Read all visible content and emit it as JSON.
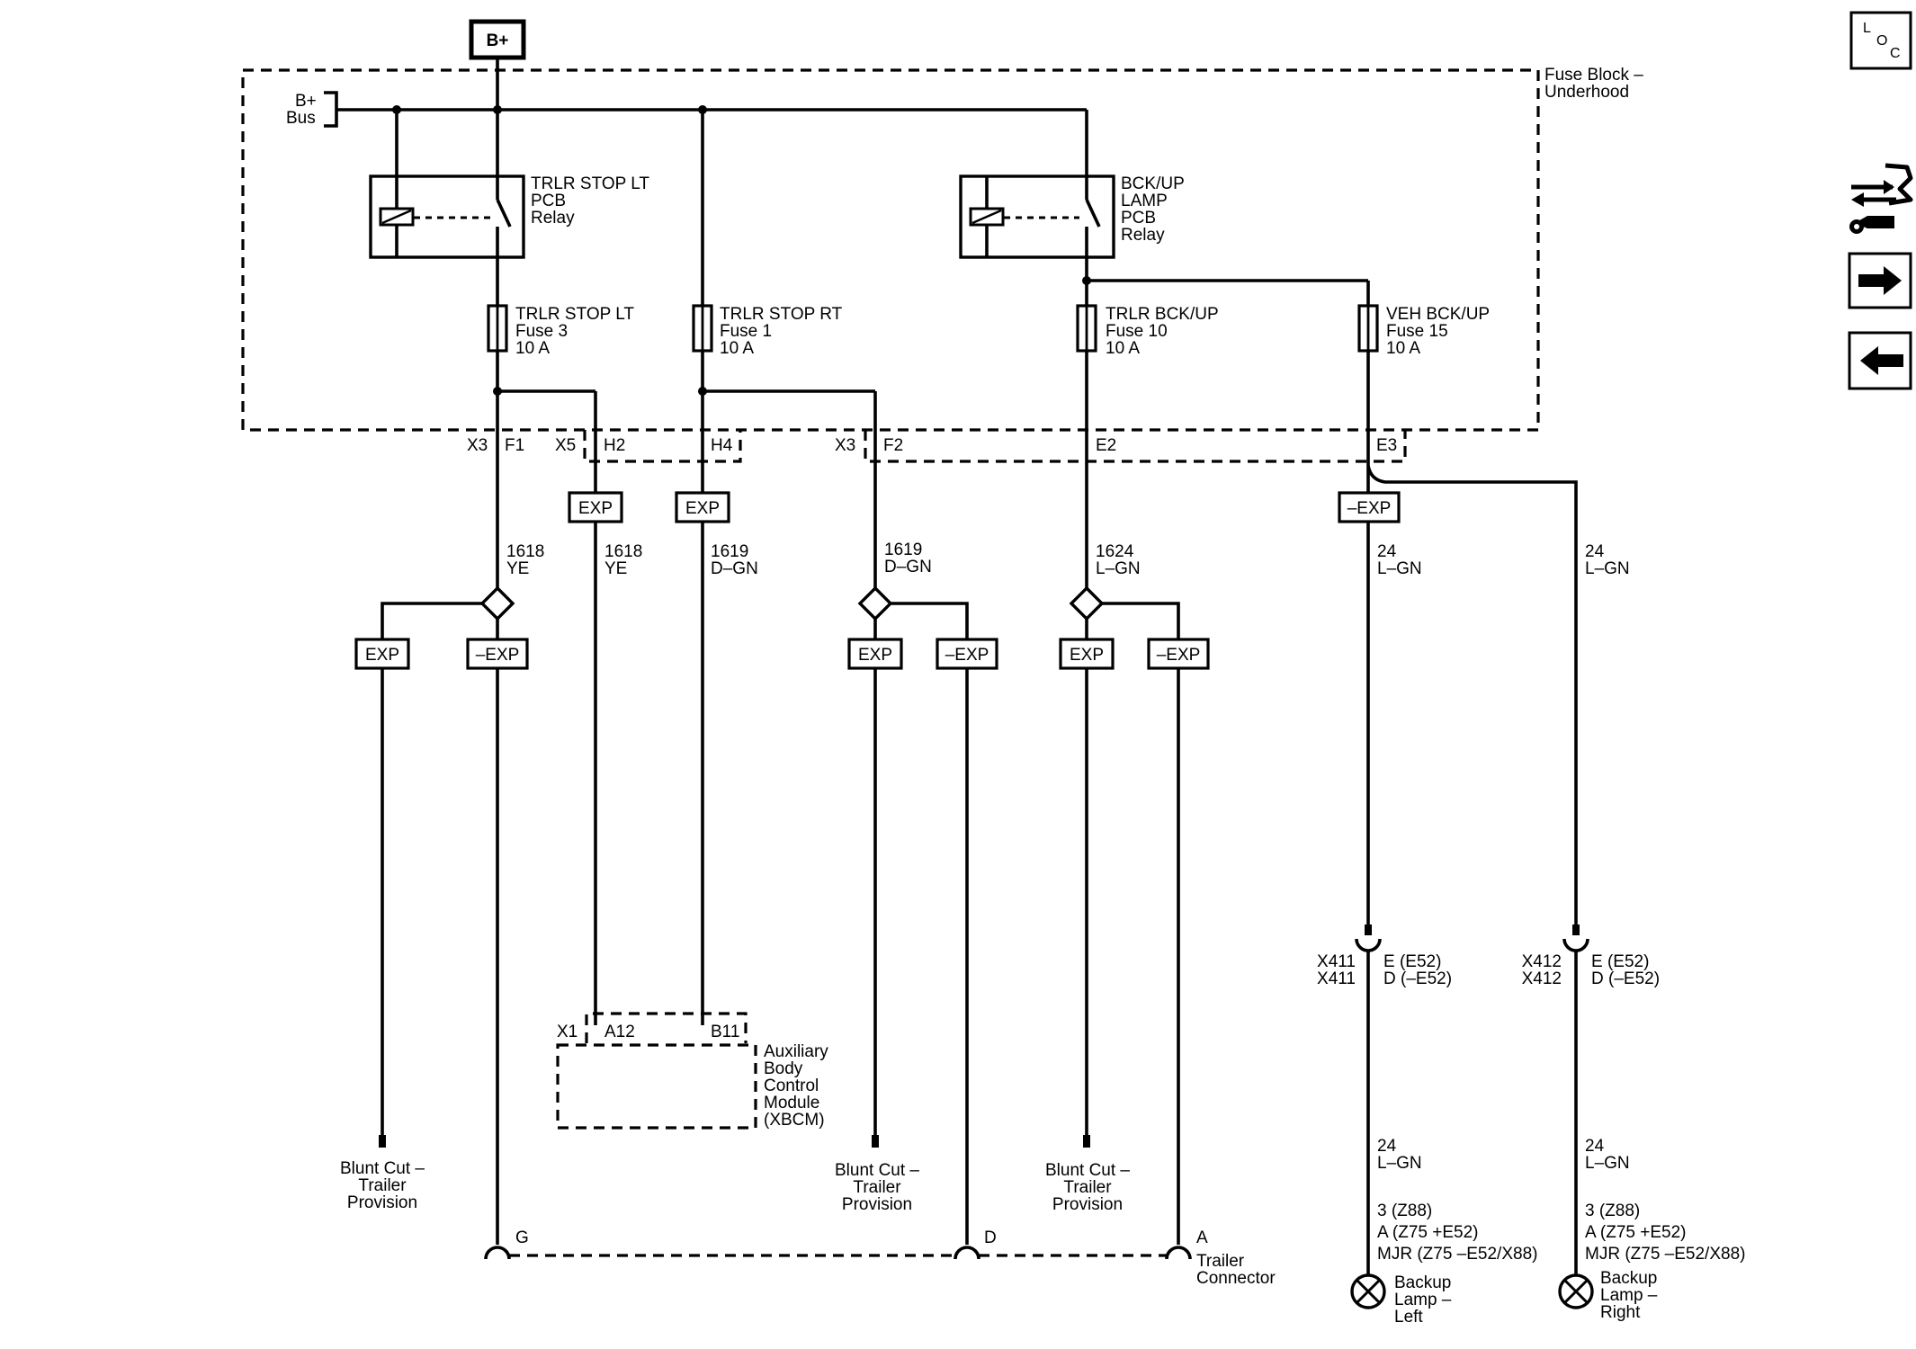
{
  "power": {
    "label": "B+"
  },
  "fuse_block": {
    "title": "Fuse Block –",
    "subtitle": "Underhood",
    "bus_label_1": "B+",
    "bus_label_2": "Bus"
  },
  "relays": {
    "stop": {
      "l1": "TRLR STOP LT",
      "l2": "PCB",
      "l3": "Relay"
    },
    "backup": {
      "l1": "BCK/UP",
      "l2": "LAMP",
      "l3": "PCB",
      "l4": "Relay"
    }
  },
  "fuses": [
    {
      "name": "TRLR STOP LT",
      "num": "Fuse 3",
      "amp": "10 A"
    },
    {
      "name": "TRLR STOP RT",
      "num": "Fuse 1",
      "amp": "10 A"
    },
    {
      "name": "TRLR BCK/UP",
      "num": "Fuse 10",
      "amp": "10 A"
    },
    {
      "name": "VEH BCK/UP",
      "num": "Fuse 15",
      "amp": "10 A"
    }
  ],
  "connectors": {
    "x3": "X3",
    "f1": "F1",
    "x5": "X5",
    "h2": "H2",
    "h4": "H4",
    "x3b": "X3",
    "f2": "F2",
    "e2": "E2",
    "e3": "E3"
  },
  "exp": {
    "exp": "EXP",
    "nexp": "–EXP"
  },
  "wires": {
    "w1618": "1618",
    "ye": "YE",
    "w1619": "1619",
    "dgn": "D–GN",
    "w1624": "1624",
    "lgn": "L–GN",
    "w24": "24"
  },
  "xbcm": {
    "x1": "X1",
    "a12": "A12",
    "b11": "B11",
    "l1": "Auxiliary",
    "l2": "Body",
    "l3": "Control",
    "l4": "Module",
    "l5": "(XBCM)"
  },
  "blunt": {
    "l1": "Blunt Cut –",
    "l2": "Trailer",
    "l3": "Provision"
  },
  "trailer_connector": {
    "g": "G",
    "d": "D",
    "a": "A",
    "l1": "Trailer",
    "l2": "Connector"
  },
  "inline_left": {
    "c1": "X411",
    "c2": "X411",
    "p1": "E (E52)",
    "p2": "D (–E52)"
  },
  "inline_right": {
    "c1": "X412",
    "c2": "X412",
    "p1": "E (E52)",
    "p2": "D (–E52)"
  },
  "lamp_pins": {
    "p1": "3 (Z88)",
    "p2": "A (Z75 +E52)",
    "p3": "MJR (Z75 –E52/X88)"
  },
  "lamp_left": {
    "l1": "Backup",
    "l2": "Lamp –",
    "l3": "Left"
  },
  "lamp_right": {
    "l1": "Backup",
    "l2": "Lamp –",
    "l3": "Right"
  },
  "side": {
    "loc_l": "L",
    "loc_o": "O",
    "loc_c": "C"
  },
  "icons": [
    "loc-icon",
    "connector-end-view-icon",
    "next-arrow-icon",
    "previous-arrow-icon"
  ]
}
